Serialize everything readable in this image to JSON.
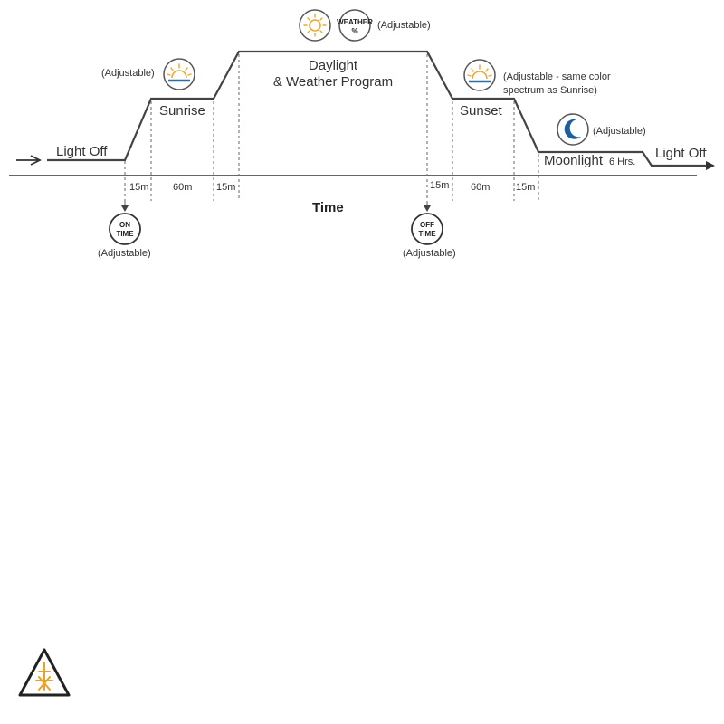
{
  "stages": {
    "light_off_left": "Light Off",
    "sunrise": "Sunrise",
    "daylight_line1": "Daylight",
    "daylight_line2": "& Weather Program",
    "sunset": "Sunset",
    "moonlight": "Moonlight",
    "moonlight_hours": "6 Hrs.",
    "light_off_right": "Light Off"
  },
  "notes": {
    "sunrise_adjustable": "(Adjustable)",
    "daylight_adjustable": "(Adjustable)",
    "sunset_line1": "(Adjustable - same color",
    "sunset_line2": "spectrum as Sunrise)",
    "moon_adjustable": "(Adjustable)",
    "on_adjustable": "(Adjustable)",
    "off_adjustable": "(Adjustable)"
  },
  "badges": {
    "weather_line1": "WEATHER",
    "weather_line2": "%",
    "on_line1": "ON",
    "on_line2": "TIME",
    "off_line1": "OFF",
    "off_line2": "TIME"
  },
  "durations": [
    "15m",
    "60m",
    "15m",
    "15m",
    "60m",
    "15m"
  ],
  "axis": {
    "label": "Time"
  },
  "colors": {
    "line": "#444444",
    "sun": "#f0a830",
    "horizon": "#2a6fa8",
    "moon": "#1f5f9e",
    "logo": "#f0a020"
  },
  "icons": [
    "sun-icon",
    "sunrise-icon",
    "weather-icon",
    "sunset-icon",
    "moon-icon",
    "on-time-icon",
    "off-time-icon",
    "brand-logo-icon"
  ]
}
